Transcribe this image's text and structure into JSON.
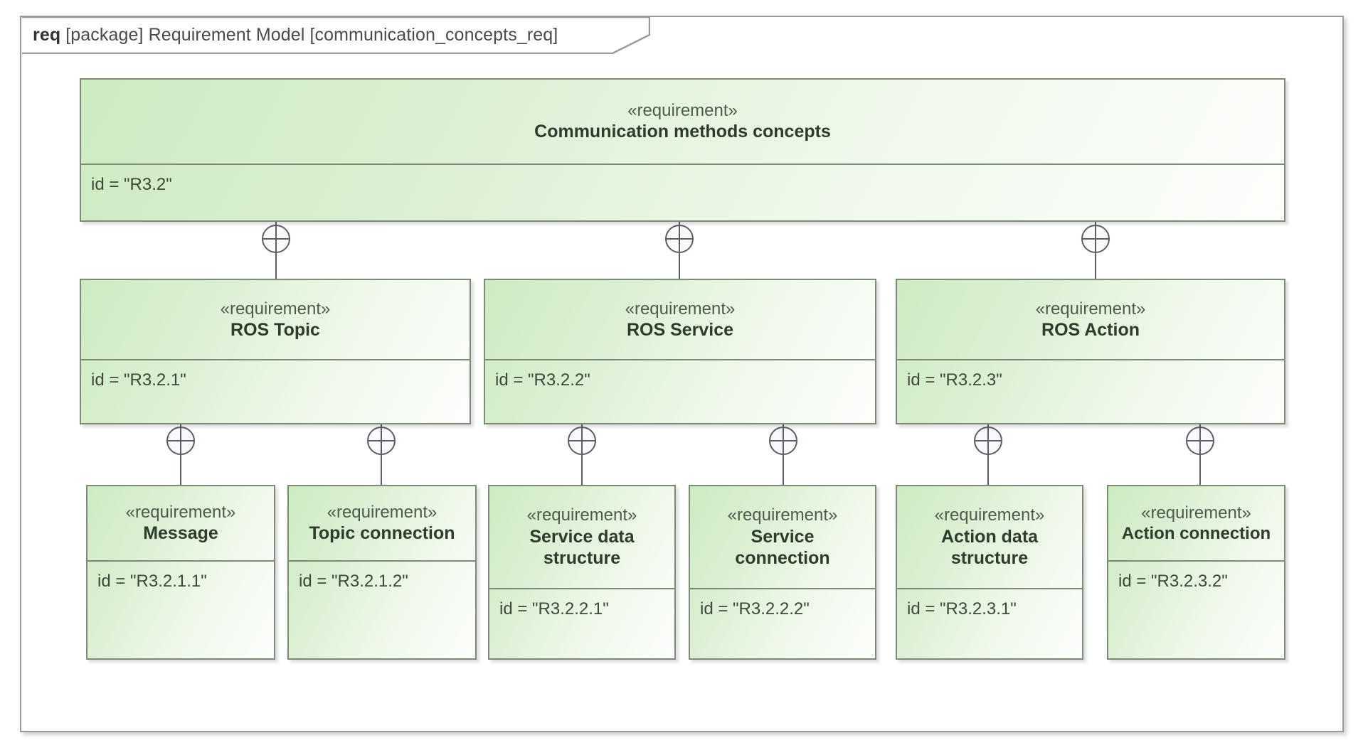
{
  "diagram": {
    "kind_keyword": "req",
    "header_rest": "[package] Requirement Model [communication_concepts_req]",
    "stereotype": "«requirement»",
    "id_prefix": "id = ",
    "colors": {
      "block_fill_light": "#cdebc2",
      "block_fill_pale": "#fdfefc",
      "block_border": "#7e8a78",
      "frame_border": "#9a9a9a",
      "connector": "#5b5f6b",
      "title_text": "#2f3b2d",
      "stereotype_text": "#4e5b4c"
    }
  },
  "blocks": {
    "root": {
      "stereotype": "«requirement»",
      "title": "Communication methods concepts",
      "id": "id = \"R3.2\""
    },
    "topic": {
      "stereotype": "«requirement»",
      "title": "ROS Topic",
      "id": "id = \"R3.2.1\""
    },
    "service": {
      "stereotype": "«requirement»",
      "title": "ROS Service",
      "id": "id = \"R3.2.2\""
    },
    "action": {
      "stereotype": "«requirement»",
      "title": "ROS Action",
      "id": "id = \"R3.2.3\""
    },
    "message": {
      "stereotype": "«requirement»",
      "title": "Message",
      "id": "id = \"R3.2.1.1\""
    },
    "topic_connection": {
      "stereotype": "«requirement»",
      "title": "Topic connection",
      "id": "id = \"R3.2.1.2\""
    },
    "service_data_structure": {
      "stereotype": "«requirement»",
      "title_line1": "Service data",
      "title_line2": "structure",
      "id": "id = \"R3.2.2.1\""
    },
    "service_connection": {
      "stereotype": "«requirement»",
      "title_line1": "Service",
      "title_line2": "connection",
      "id": "id = \"R3.2.2.2\""
    },
    "action_data_structure": {
      "stereotype": "«requirement»",
      "title_line1": "Action data",
      "title_line2": "structure",
      "id": "id = \"R3.2.3.1\""
    },
    "action_connection": {
      "stereotype": "«requirement»",
      "title": "Action connection",
      "id": "id = \"R3.2.3.2\""
    }
  },
  "relations": [
    {
      "from": "root",
      "to": "topic",
      "type": "containment"
    },
    {
      "from": "root",
      "to": "service",
      "type": "containment"
    },
    {
      "from": "root",
      "to": "action",
      "type": "containment"
    },
    {
      "from": "topic",
      "to": "message",
      "type": "containment"
    },
    {
      "from": "topic",
      "to": "topic_connection",
      "type": "containment"
    },
    {
      "from": "service",
      "to": "service_data_structure",
      "type": "containment"
    },
    {
      "from": "service",
      "to": "service_connection",
      "type": "containment"
    },
    {
      "from": "action",
      "to": "action_data_structure",
      "type": "containment"
    },
    {
      "from": "action",
      "to": "action_connection",
      "type": "containment"
    }
  ]
}
